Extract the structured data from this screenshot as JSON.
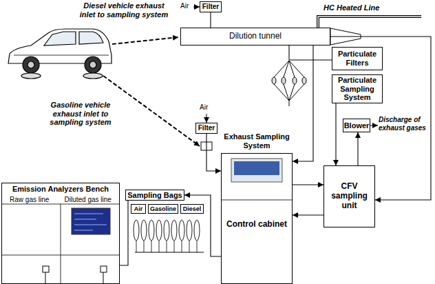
{
  "diagram": {
    "nodes": [
      {
        "text": [
          "Filter"
        ]
      },
      {
        "text": [
          "Dilution tunnel"
        ]
      },
      {
        "text": [
          "Particulate Filters"
        ]
      },
      {
        "text": [
          "Particulate Sampling System"
        ]
      },
      {
        "text": [
          "Filter"
        ]
      },
      {
        "text": [
          "Exhaust Sampling System",
          "Control cabinet"
        ]
      },
      {
        "text": [
          "Blower"
        ]
      },
      {
        "text": [
          "CFV sampling unit"
        ]
      },
      {
        "text": [
          "Emission Analyzers Bench",
          "Raw gas line",
          "Diluted gas line"
        ]
      },
      {
        "text": [
          "Sampling Bags"
        ]
      },
      {
        "text": [
          "Air"
        ]
      },
      {
        "text": [
          "Gasoline"
        ]
      },
      {
        "text": [
          "Diesel"
        ]
      }
    ],
    "edges": [
      {
        "from": 0,
        "to": 1,
        "arrow": "none"
      },
      {
        "from": 1,
        "to": 2,
        "arrow": "none"
      },
      {
        "from": 1,
        "to": 5,
        "arrow": "to"
      },
      {
        "from": 1,
        "to": 7,
        "arrow": "to"
      },
      {
        "from": 3,
        "to": 7,
        "arrow": "to"
      },
      {
        "from": 7,
        "to": 6,
        "arrow": "to"
      },
      {
        "from": 4,
        "to": 5,
        "arrow": "to"
      },
      {
        "from": 5,
        "to": 7,
        "arrow": "to"
      },
      {
        "from": 7,
        "to": 5,
        "arrow": "to"
      },
      {
        "from": 5,
        "to": 9,
        "arrow": "to"
      },
      {
        "from": 9,
        "to": 8,
        "arrow": "none"
      }
    ],
    "labels": [
      "Air",
      "HC Heated Line",
      "Diesel vehicle exhaust inlet to sampling system",
      "Gasoline vehicle exhaust inlet to sampling system",
      "Air",
      "Discharge of exhaust gases"
    ]
  }
}
